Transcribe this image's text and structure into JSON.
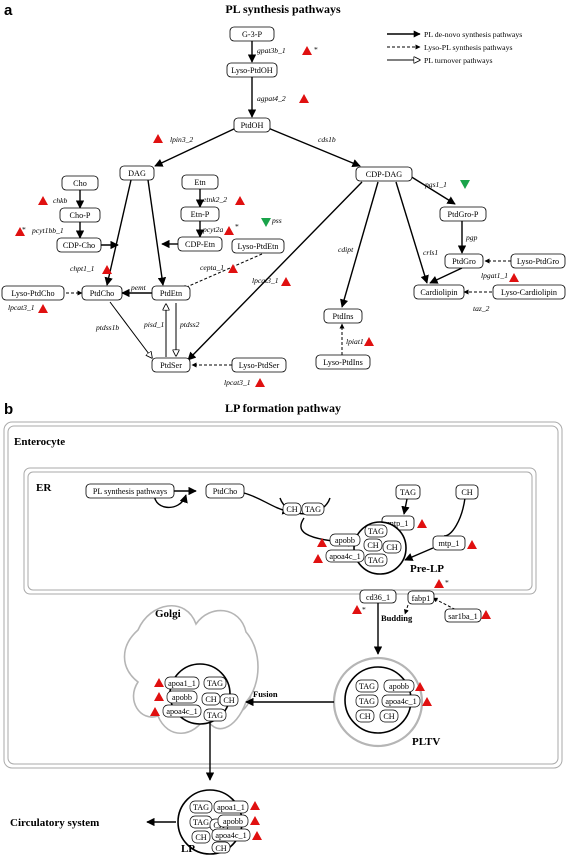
{
  "panel_a": {
    "letter": "a",
    "title": "PL synthesis pathways",
    "legend": [
      {
        "label": "PL de-novo synthesis pathways",
        "style": "solid"
      },
      {
        "label": "Lyso-PL synthesis pathways",
        "style": "dashed"
      },
      {
        "label": "PL turnover pathways",
        "style": "open"
      }
    ],
    "nodes": {
      "g3p": "G-3-P",
      "lysoptdoh": "Lyso-PtdOH",
      "ptdoh": "PtdOH",
      "dag": "DAG",
      "cdpdag": "CDP-DAG",
      "cho": "Cho",
      "chop": "Cho-P",
      "cdpcho": "CDP-Cho",
      "etn": "Etn",
      "etnp": "Etn-P",
      "cdpetn": "CDP-Etn",
      "lysoptdetn": "Lyso-PtdEtn",
      "lysoptdcho": "Lyso-PtdCho",
      "ptdcho": "PtdCho",
      "ptdetn": "PtdEtn",
      "ptdser": "PtdSer",
      "lysoptdser": "Lyso-PtdSer",
      "ptdgrop": "PtdGro-P",
      "ptdgro": "PtdGro",
      "lysoptdgro": "Lyso-PtdGro",
      "ptdins": "PtdIns",
      "lysoptdins": "Lyso-PtdIns",
      "cardiolipin": "Cardiolipin",
      "lysocardiolipin": "Lyso-Cardiolipin"
    },
    "genes": {
      "gpat3b": "gpat3b_1",
      "agpat4": "agpat4_2",
      "lpin3": "lpin3_2",
      "cds1b": "cds1b",
      "chkb": "chkb",
      "pcyt1bb": "pcyt1bb_1",
      "chpt1": "chpt1_1",
      "etnk2": "etnk2_2",
      "pcyt2a": "pcyt2a",
      "cepta": "cepta_1",
      "pemt": "pemt",
      "lpcat3a": "lpcat3_1",
      "lpcat3b": "lpcat3_1",
      "lpcat3c": "lpcat3_1",
      "ptdss1b": "ptdss1b",
      "pisd": "pisd_1",
      "ptdss2": "ptdss2",
      "pss": "pss",
      "cdipt": "cdipt",
      "lpiat1": "lpiat1",
      "pgs1": "pgs1_1",
      "pgp": "pgp",
      "lpgat1": "lpgat1_1",
      "crls1": "crls1",
      "taz": "taz_2"
    },
    "asterisk": "*"
  },
  "panel_b": {
    "letter": "b",
    "title": "LP formation pathway",
    "enterocyte": "Enterocyte",
    "er": "ER",
    "pl_synthesis": "PL synthesis pathways",
    "ptdcho": "PtdCho",
    "tag": "TAG",
    "ch": "CH",
    "mtp1a": "mtp_1",
    "mtp1b": "mtp_1",
    "apobb": "apobb",
    "apoa4c": "apoa4c_1",
    "apoa1": "apoa1_1",
    "prelp": "Pre-LP",
    "cd36": "cd36_1",
    "fabp1": "fabp1",
    "sar1ba": "sar1ba_1",
    "budding": "Budding",
    "golgi": "Golgi",
    "fusion": "Fusion",
    "pltv": "PLTV",
    "lp": "LP",
    "circulatory": "Circulatory system",
    "asterisk": "*"
  },
  "colors": {
    "upregulated": "#e01010",
    "downregulated": "#1aa34a",
    "membrane": "#b5b5b5"
  }
}
